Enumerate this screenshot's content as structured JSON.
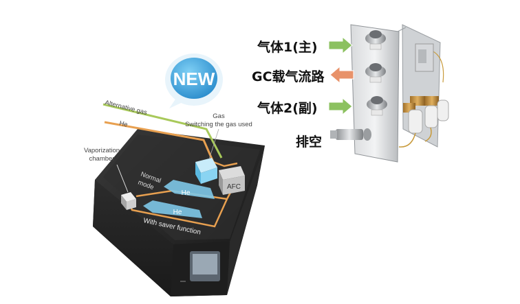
{
  "badge": {
    "text": "NEW",
    "color": "#3a9fd8"
  },
  "instrument": {
    "lines": {
      "alternative_gas": "Alternative gas",
      "he": "He",
      "gas_line1": "Gas",
      "gas_line2": "Switching the gas used",
      "vaporization_line1": "Vaporization",
      "vaporization_line2": "chamber",
      "afc": "AFC",
      "normal_line1": "Normal",
      "normal_line2": "mode",
      "flow_he_1": "He",
      "flow_he_2": "He",
      "saver": "With saver function"
    },
    "colors": {
      "alt_gas_line": "#a8c95a",
      "he_line": "#e8a050",
      "flow_arrow": "#7ec8e8",
      "body": "#262626"
    }
  },
  "manifold": {
    "labels": {
      "gas1": "气体1(主)",
      "gc_path": "GC载气流路",
      "gas2": "气体2(副)",
      "exhaust": "排空"
    },
    "arrows": {
      "gas1": {
        "direction": "right",
        "color": "#8cc160"
      },
      "gc_path": {
        "direction": "left",
        "color": "#e8926a"
      },
      "gas2": {
        "direction": "right",
        "color": "#8cc160"
      }
    }
  }
}
